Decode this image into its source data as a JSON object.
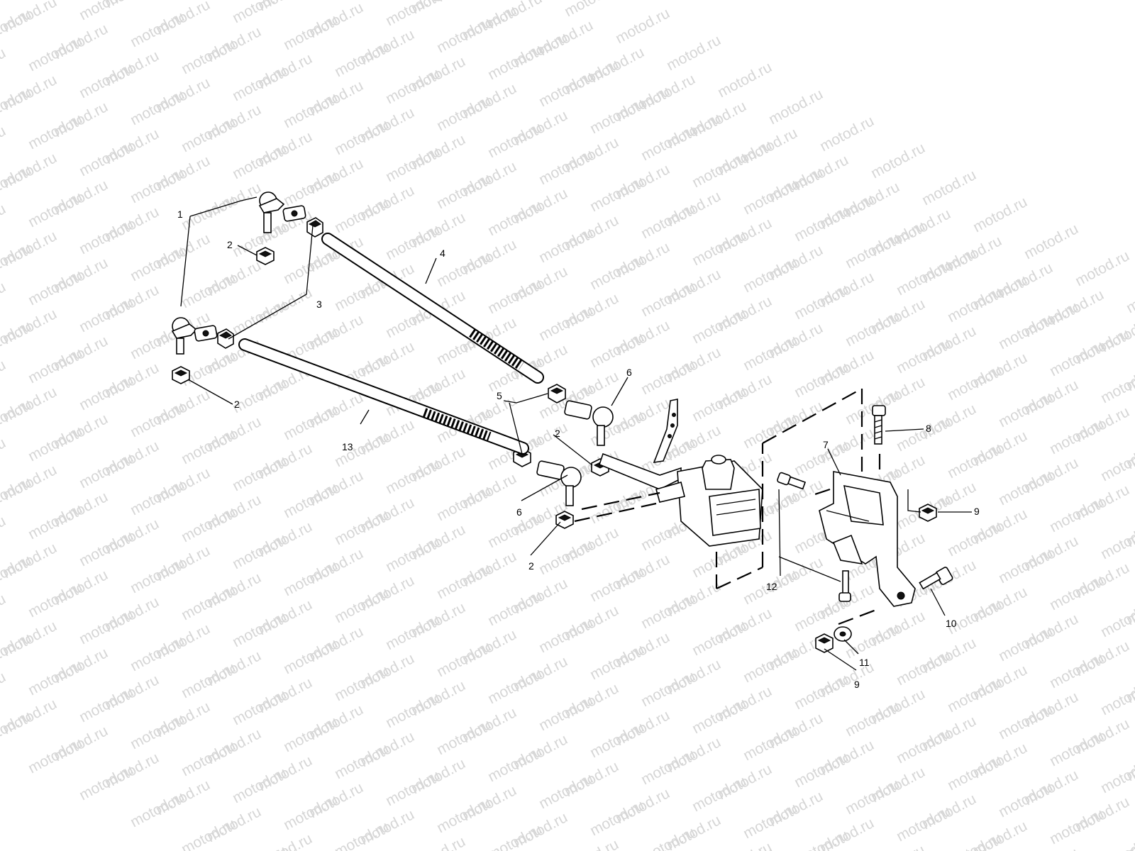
{
  "watermark": {
    "text": "motod.ru"
  },
  "callouts": {
    "c1": "1",
    "c2a": "2",
    "c2b": "2",
    "c2c": "2",
    "c2d": "2",
    "c3": "3",
    "c4": "4",
    "c5": "5",
    "c6a": "6",
    "c6b": "6",
    "c7": "7",
    "c8": "8",
    "c9a": "9",
    "c9b": "9",
    "c10": "10",
    "c11": "11",
    "c12": "12",
    "c13": "13"
  }
}
